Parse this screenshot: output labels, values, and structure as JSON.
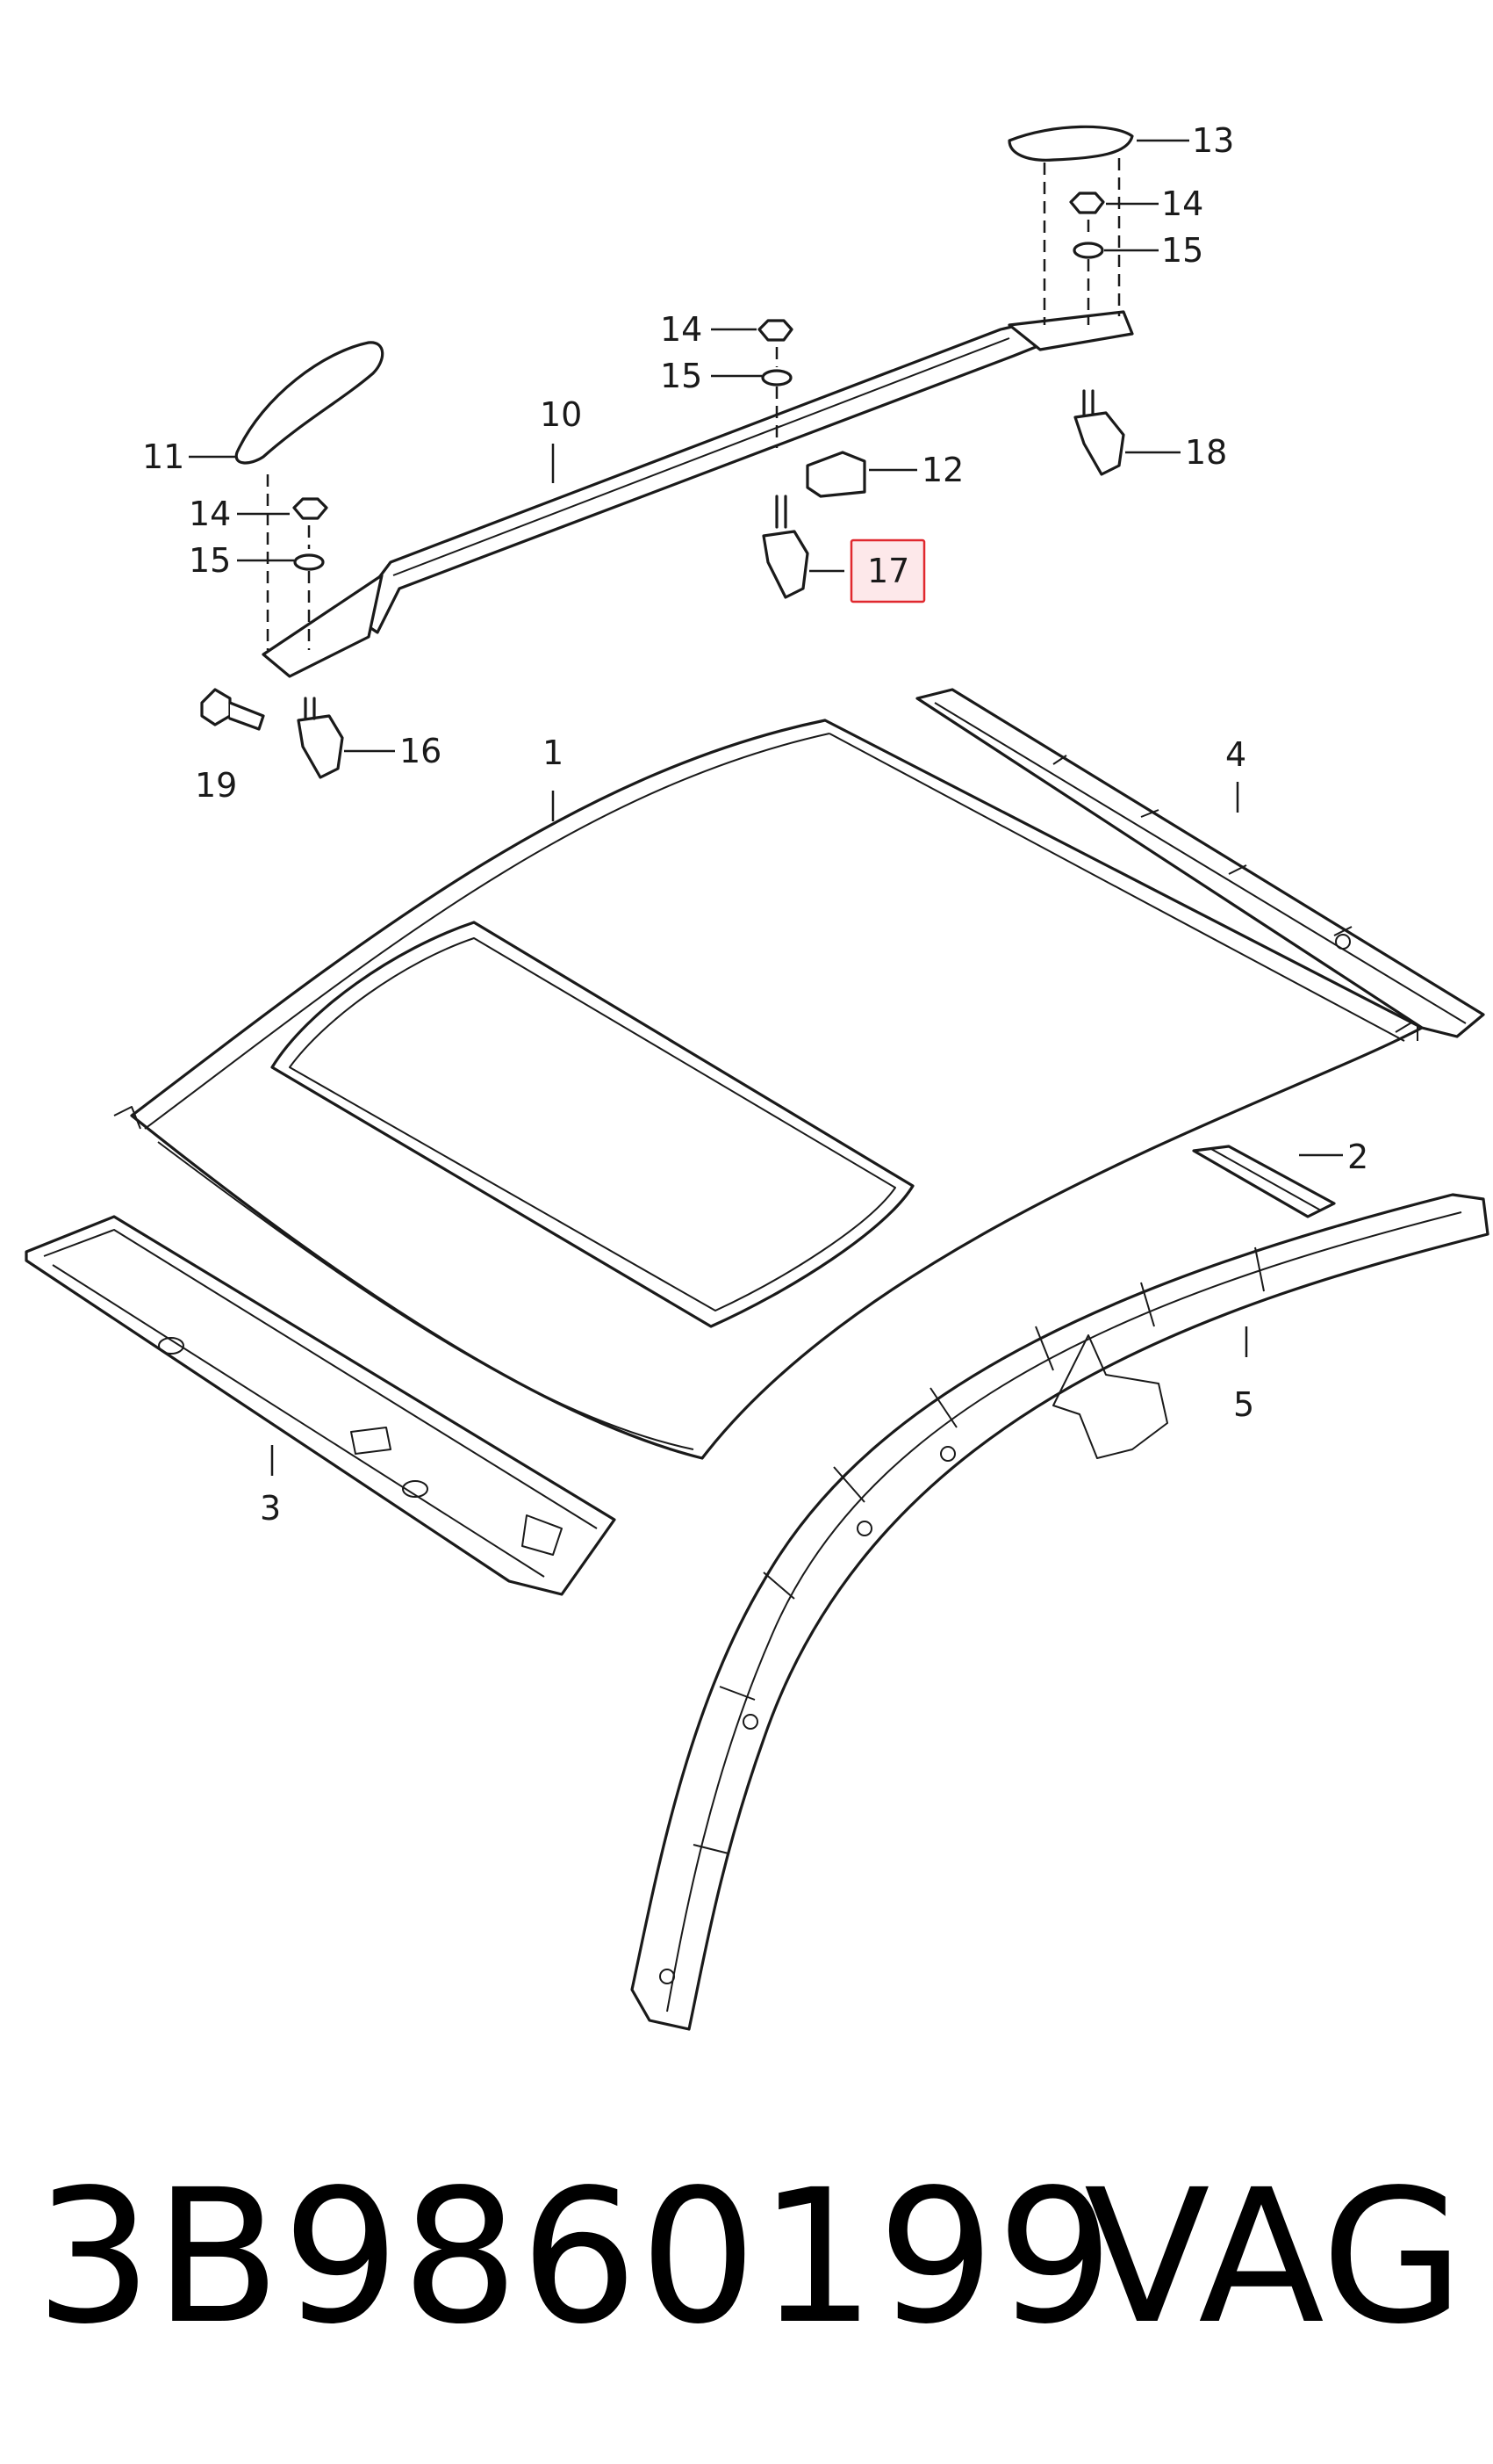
{
  "callouts": {
    "c1": "1",
    "c2": "2",
    "c3": "3",
    "c4": "4",
    "c5": "5",
    "c10": "10",
    "c11": "11",
    "c12": "12",
    "c13": "13",
    "c14a": "14",
    "c14b": "14",
    "c14c": "14",
    "c15a": "15",
    "c15b": "15",
    "c15c": "15",
    "c16": "16",
    "c17": "17",
    "c18": "18",
    "c19": "19"
  },
  "highlight": {
    "item": "17",
    "color": "#e0282e",
    "fill": "#fde8ea"
  },
  "footer": {
    "part_number": "3B9860199",
    "brand": "VAG"
  }
}
